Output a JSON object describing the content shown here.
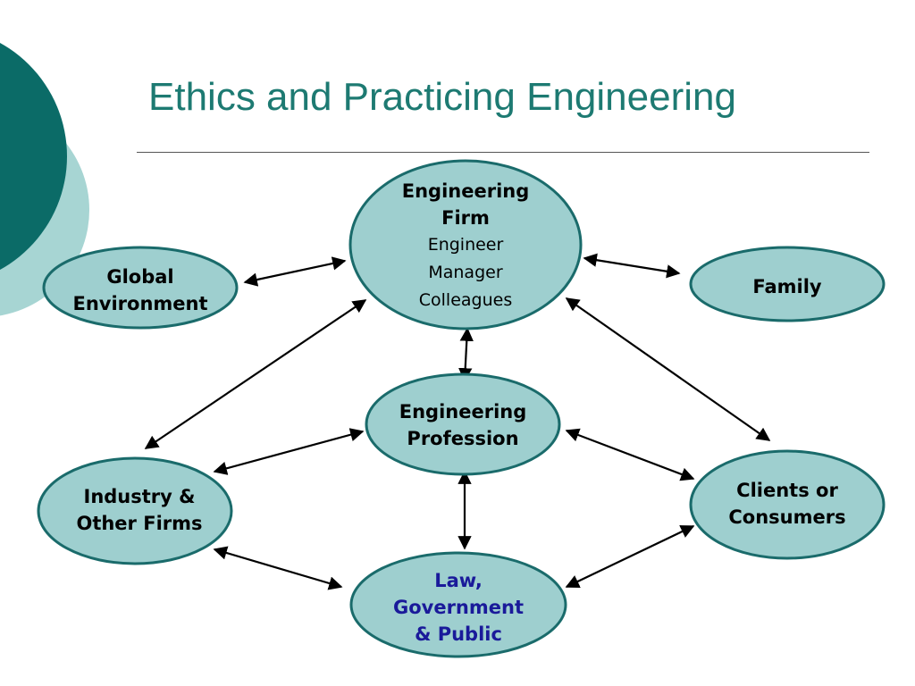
{
  "slide": {
    "title": "Ethics and Practicing Engineering"
  },
  "colors": {
    "title": "#1d7a72",
    "node_fill": "#9ecfcf",
    "node_stroke": "#1a6b6b",
    "decor_dark": "#0b6b67",
    "decor_light": "#a7d5d3",
    "law_text": "#1a1a9a"
  },
  "diagram": {
    "nodes": {
      "firm": {
        "line1": "Engineering",
        "line2": "Firm",
        "sub1": "Engineer",
        "sub2": "Manager",
        "sub3": "Colleagues"
      },
      "global": {
        "line1": "Global",
        "line2": "Environment"
      },
      "family": {
        "line1": "Family"
      },
      "profession": {
        "line1": "Engineering",
        "line2": "Profession"
      },
      "industry": {
        "line1": "Industry &",
        "line2": "Other Firms"
      },
      "clients": {
        "line1": "Clients or",
        "line2": "Consumers"
      },
      "law": {
        "line1": "Law,",
        "line2": "Government",
        "line3": "& Public"
      }
    },
    "connections": [
      {
        "from": "global",
        "to": "firm"
      },
      {
        "from": "firm",
        "to": "family"
      },
      {
        "from": "firm",
        "to": "profession"
      },
      {
        "from": "firm",
        "to": "industry"
      },
      {
        "from": "firm",
        "to": "clients"
      },
      {
        "from": "profession",
        "to": "industry"
      },
      {
        "from": "profession",
        "to": "clients"
      },
      {
        "from": "profession",
        "to": "law"
      },
      {
        "from": "industry",
        "to": "law"
      },
      {
        "from": "law",
        "to": "clients"
      }
    ]
  }
}
